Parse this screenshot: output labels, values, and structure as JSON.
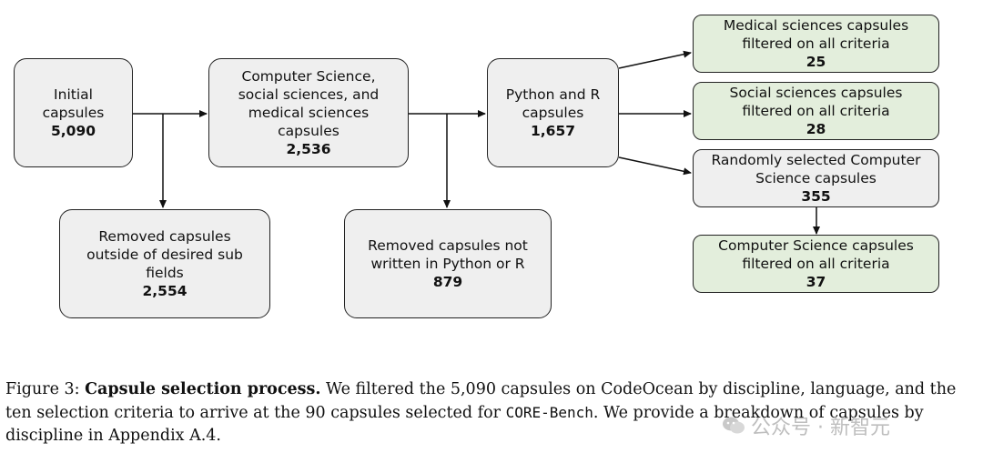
{
  "nodes": {
    "initial": {
      "lines": [
        "Initial",
        "capsules"
      ],
      "value": "5,090"
    },
    "subfields": {
      "lines": [
        "Computer Science,",
        "social sciences, and",
        "medical sciences",
        "capsules"
      ],
      "value": "2,536"
    },
    "python_r": {
      "lines": [
        "Python and R",
        "capsules"
      ],
      "value": "1,657"
    },
    "removed_subfields": {
      "lines": [
        "Removed capsules",
        "outside of desired sub",
        "fields"
      ],
      "value": "2,554"
    },
    "removed_lang": {
      "lines": [
        "Removed capsules not",
        "written in Python or R"
      ],
      "value": "879"
    },
    "medical": {
      "lines": [
        "Medical sciences capsules",
        "filtered on all criteria"
      ],
      "value": "25"
    },
    "social": {
      "lines": [
        "Social sciences capsules",
        "filtered on all criteria"
      ],
      "value": "28"
    },
    "random_cs": {
      "lines": [
        "Randomly selected Computer",
        "Science capsules"
      ],
      "value": "355"
    },
    "cs_filtered": {
      "lines": [
        "Computer Science capsules",
        "filtered on all criteria"
      ],
      "value": "37"
    }
  },
  "colors": {
    "filtered_fill": "#e3eedc",
    "default_fill": "#efefef",
    "stroke": "#222222"
  },
  "caption": {
    "label": "Figure 3:",
    "bold": "Capsule selection process.",
    "text_1": "We filtered the 5,090 capsules on CodeOcean by discipline, language, and the ten selection criteria to arrive at the 90 capsules selected for",
    "code": "CORE-Bench",
    "text_2": ". We provide a breakdown of capsules by discipline in Appendix A.4."
  },
  "watermark": {
    "text": "公众号 · 新智元",
    "icon": "wechat-icon"
  }
}
